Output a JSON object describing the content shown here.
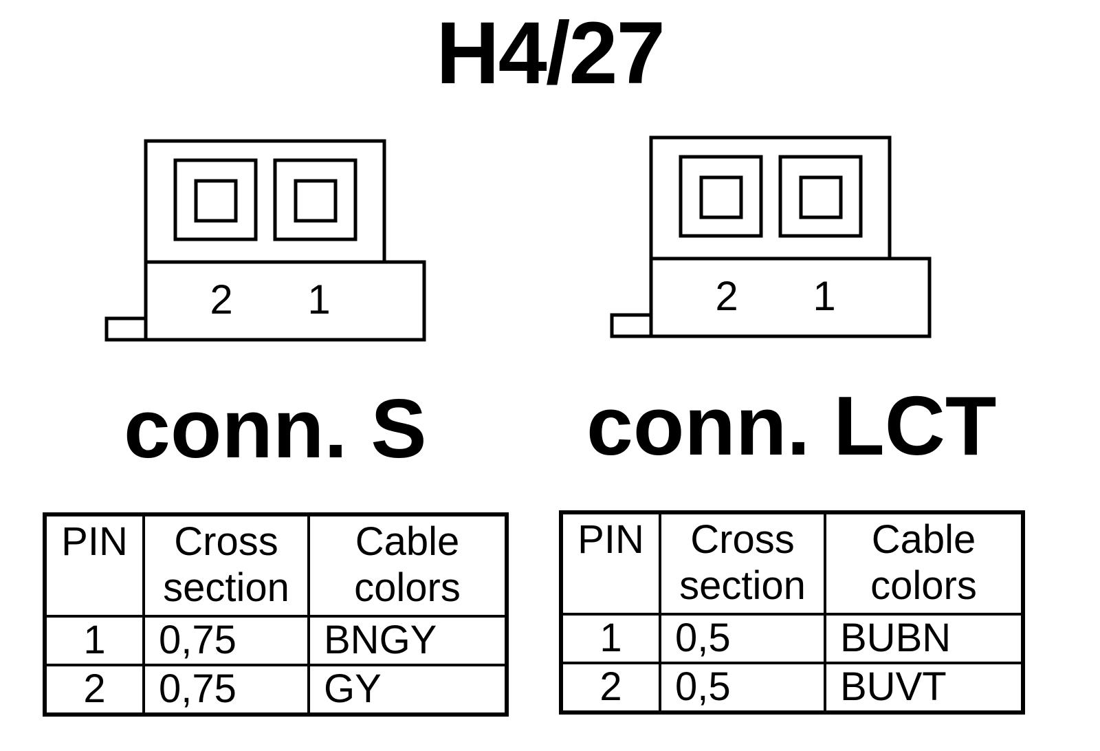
{
  "title": "H4/27",
  "connectors": [
    {
      "label": "conn. S",
      "pin_labels": [
        "2",
        "1"
      ],
      "table": {
        "headers": [
          "PIN",
          "Cross section",
          "Cable colors"
        ],
        "rows": [
          {
            "pin": "1",
            "cross_section": "0,75",
            "color": "BNGY"
          },
          {
            "pin": "2",
            "cross_section": "0,75",
            "color": "GY"
          }
        ]
      }
    },
    {
      "label": "conn. LCT",
      "pin_labels": [
        "2",
        "1"
      ],
      "table": {
        "headers": [
          "PIN",
          "Cross section",
          "Cable colors"
        ],
        "rows": [
          {
            "pin": "1",
            "cross_section": "0,5",
            "color": "BUBN"
          },
          {
            "pin": "2",
            "cross_section": "0,5",
            "color": "BUVT"
          }
        ]
      }
    }
  ]
}
